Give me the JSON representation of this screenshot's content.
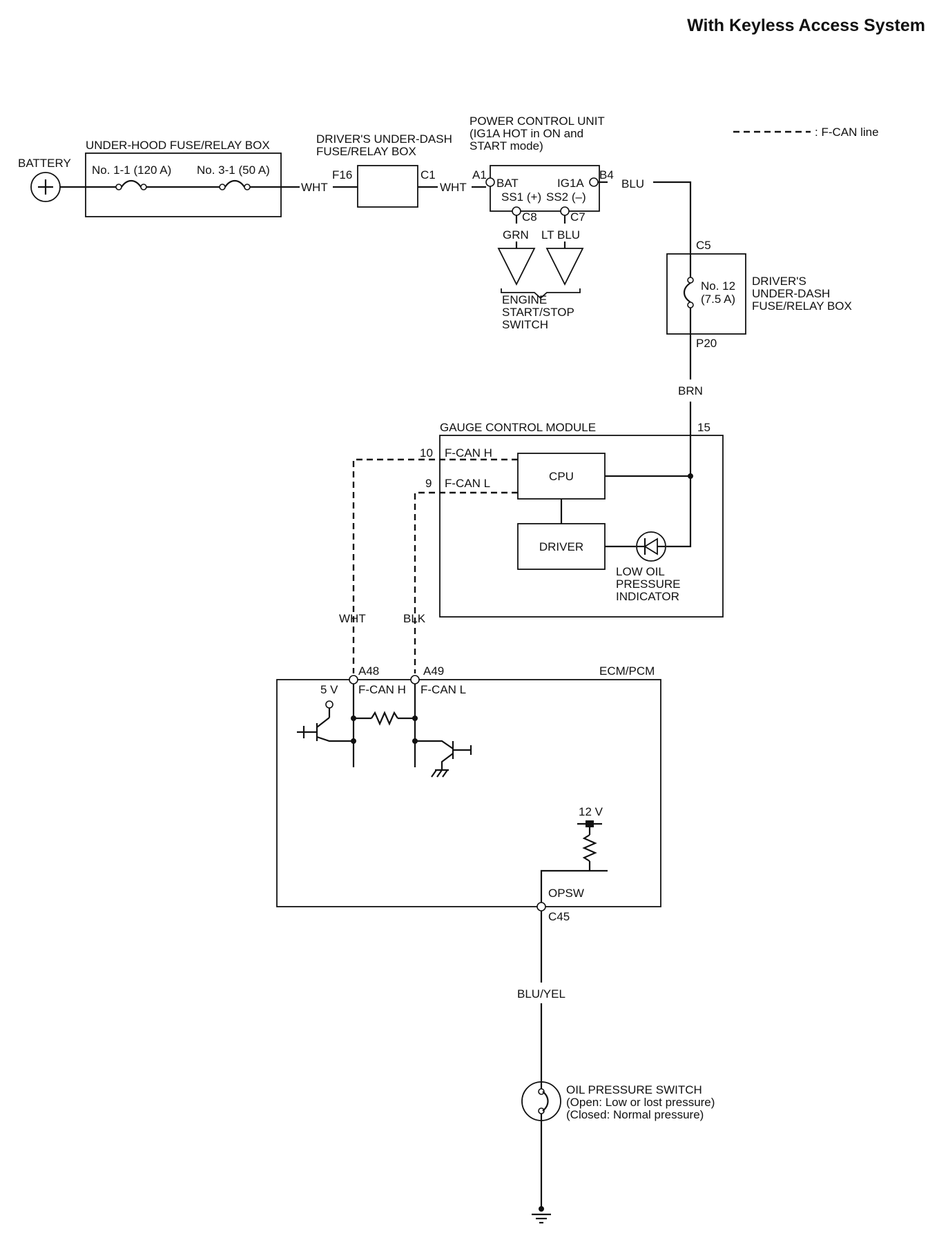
{
  "title": "With Keyless Access System",
  "legend": {
    "f_can_line": ": F-CAN line"
  },
  "battery": {
    "label": "BATTERY"
  },
  "underhood_box": {
    "title": "UNDER-HOOD FUSE/RELAY BOX",
    "fuse1": "No. 1-1 (120 A)",
    "fuse2": "No. 3-1 (50 A)"
  },
  "dash_box_top": {
    "title_line1": "DRIVER'S UNDER-DASH",
    "title_line2": "FUSE/RELAY BOX",
    "pin_in": "F16",
    "pin_out": "C1"
  },
  "wires": {
    "wht_1": "WHT",
    "wht_2": "WHT",
    "blu": "BLU",
    "grn": "GRN",
    "lt_blu": "LT BLU",
    "brn": "BRN",
    "wht_can": "WHT",
    "blk_can": "BLK",
    "blu_yel": "BLU/YEL"
  },
  "power_control_unit": {
    "title_line1": "POWER CONTROL UNIT",
    "title_line2": "(IG1A HOT in ON and",
    "title_line3": "START mode)",
    "pin_a1": "A1",
    "pin_b4": "B4",
    "bat": "BAT",
    "ig1a": "IG1A",
    "ss1": "SS1 (+)",
    "ss2": "SS2 (–)",
    "pin_c8": "C8",
    "pin_c7": "C7"
  },
  "start_stop_switch": {
    "line1": "ENGINE",
    "line2": "START/STOP",
    "line3": "SWITCH"
  },
  "dash_box_right": {
    "pin_c5": "C5",
    "pin_p20": "P20",
    "fuse_line1": "No. 12",
    "fuse_line2": "(7.5 A)",
    "title_line1": "DRIVER'S",
    "title_line2": "UNDER-DASH",
    "title_line3": "FUSE/RELAY BOX"
  },
  "gauge_control_module": {
    "title": "GAUGE CONTROL MODULE",
    "pin_15": "15",
    "pin_10": "10",
    "pin_9": "9",
    "fcan_h": "F-CAN H",
    "fcan_l": "F-CAN L",
    "cpu": "CPU",
    "driver": "DRIVER",
    "indicator_line1": "LOW OIL",
    "indicator_line2": "PRESSURE",
    "indicator_line3": "INDICATOR"
  },
  "ecm": {
    "title": "ECM/PCM",
    "pin_a48": "A48",
    "pin_a49": "A49",
    "v5": "5 V",
    "fcan_h": "F-CAN H",
    "fcan_l": "F-CAN L",
    "v12": "12 V",
    "opsw": "OPSW",
    "pin_c45": "C45"
  },
  "oil_pressure_switch": {
    "line1": "OIL PRESSURE SWITCH",
    "line2": "(Open: Low or lost pressure)",
    "line3": "(Closed: Normal pressure)"
  }
}
